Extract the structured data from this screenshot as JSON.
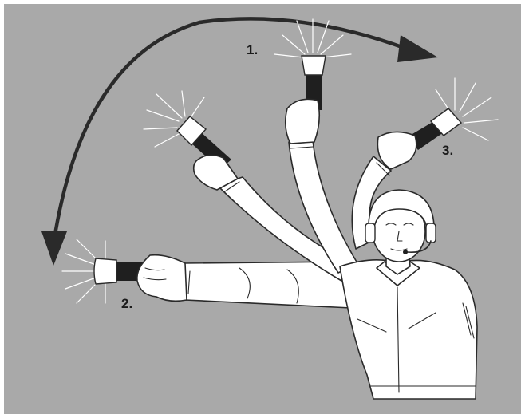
{
  "colors": {
    "frame": "#ffffff",
    "background": "#a9a9a9",
    "ink": "#2a2a2a",
    "wand_handle": "#1f1f1f",
    "wand_light": "#ffffff"
  },
  "labels": {
    "step1": "1.",
    "step2": "2.",
    "step3": "3."
  },
  "icons": {
    "arrow_clockwise": "arrowhead-right-icon",
    "arrow_counter": "arrowhead-down-icon",
    "wand": "lighted-wand-icon"
  }
}
